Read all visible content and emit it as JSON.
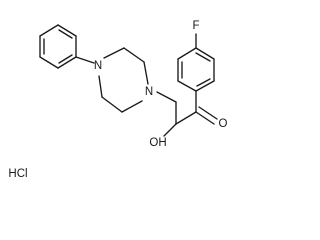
{
  "structure": {
    "atom_labels": {
      "fluorine": "F",
      "carbonyl_oxygen": "O",
      "hydroxyl": "OH",
      "piperazine_n1": "N",
      "piperazine_n4": "N"
    },
    "salt": "HCl"
  }
}
